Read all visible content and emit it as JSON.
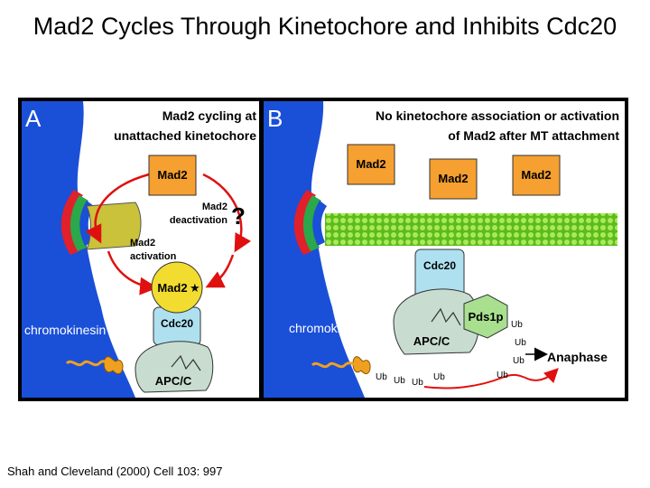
{
  "title": "Mad2 Cycles Through Kinetochore and Inhibits Cdc20",
  "citation": "Shah and Cleveland (2000) Cell 103: 997",
  "panelA": {
    "letter": "A",
    "heading_line1": "Mad2 cycling at",
    "heading_line2": "unattached kinetochore",
    "mad2": "Mad2",
    "deactivation_line1": "Mad2",
    "deactivation_line2": "deactivation",
    "question": "?",
    "activation_line1": "Mad2",
    "activation_line2": "activation",
    "mad2_active": "Mad2",
    "star": "★",
    "cdc20": "Cdc20",
    "apcc": "APC/C",
    "chromokinesin": "chromokinesin"
  },
  "panelB": {
    "letter": "B",
    "heading_line1": "No kinetochore association or activation",
    "heading_line2": "of Mad2 after MT attachment",
    "mad2_labels": [
      "Mad2",
      "Mad2",
      "Mad2"
    ],
    "cdc20": "Cdc20",
    "pds1p": "Pds1p",
    "apcc": "APC/C",
    "chromokinesin": "chromokinesin",
    "ub": "Ub",
    "chain_ub": "Ub",
    "anaphase": "Anaphase"
  },
  "colors": {
    "frame": "#000000",
    "panel_bg": "#ffffff",
    "chromatin_blue": "#1a4fd8",
    "mad2_orange": "#f5a030",
    "mad2_active_yellow": "#f2dc30",
    "kinetochore_olive": "#c9c23a",
    "arrow_red": "#e01010",
    "cdc20_lightblue": "#aee0f0",
    "apcc_gray": "#c8ddd0",
    "pds1p_green": "#a8e090",
    "microtubule_green": "#6dcc2c",
    "chromokinesin_orange": "#f0a020"
  }
}
